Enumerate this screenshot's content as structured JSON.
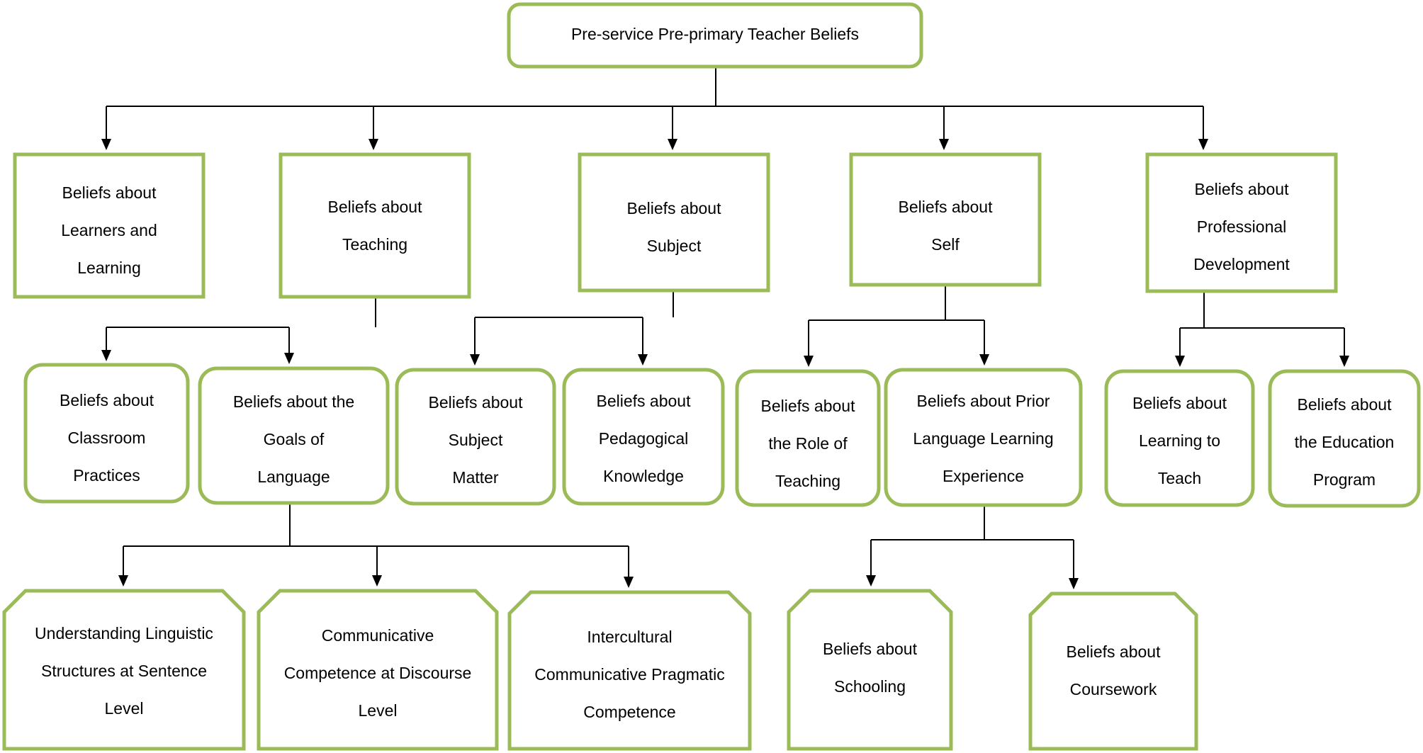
{
  "diagram": {
    "root": [
      "Pre-service Pre-primary Teacher Beliefs"
    ],
    "learners": [
      "Beliefs about",
      "Learners and",
      "Learning"
    ],
    "teaching": [
      "Beliefs about",
      "Teaching"
    ],
    "subject": [
      "Beliefs about",
      "Subject"
    ],
    "self": [
      "Beliefs about",
      "Self"
    ],
    "professional": [
      "Beliefs about",
      "Professional",
      "Development"
    ],
    "classroom": [
      "Beliefs about",
      "Classroom",
      "Practices"
    ],
    "goals": [
      "Beliefs about the",
      "Goals of",
      "Language"
    ],
    "subject_matter": [
      "Beliefs about",
      "Subject",
      "Matter"
    ],
    "pedagogical": [
      "Beliefs about",
      "Pedagogical",
      "Knowledge"
    ],
    "role_teaching": [
      "Beliefs about",
      "the Role of",
      "Teaching"
    ],
    "prior_language": [
      "Beliefs about Prior",
      "Language Learning",
      "Experience"
    ],
    "learning_to_teach": [
      "Beliefs about",
      "Learning to",
      "Teach"
    ],
    "education_program": [
      "Beliefs about",
      "the Education",
      "Program"
    ],
    "linguistic": [
      "Understanding Linguistic",
      "Structures at Sentence",
      "Level"
    ],
    "communicative": [
      "Communicative",
      "Competence at Discourse",
      "Level"
    ],
    "intercultural": [
      "Intercultural",
      "Communicative Pragmatic",
      "Competence"
    ],
    "schooling": [
      "Beliefs about",
      "Schooling"
    ],
    "coursework": [
      "Beliefs about",
      "Coursework"
    ]
  },
  "colors": {
    "node_border": "#9bbb59",
    "connector": "#000000"
  }
}
